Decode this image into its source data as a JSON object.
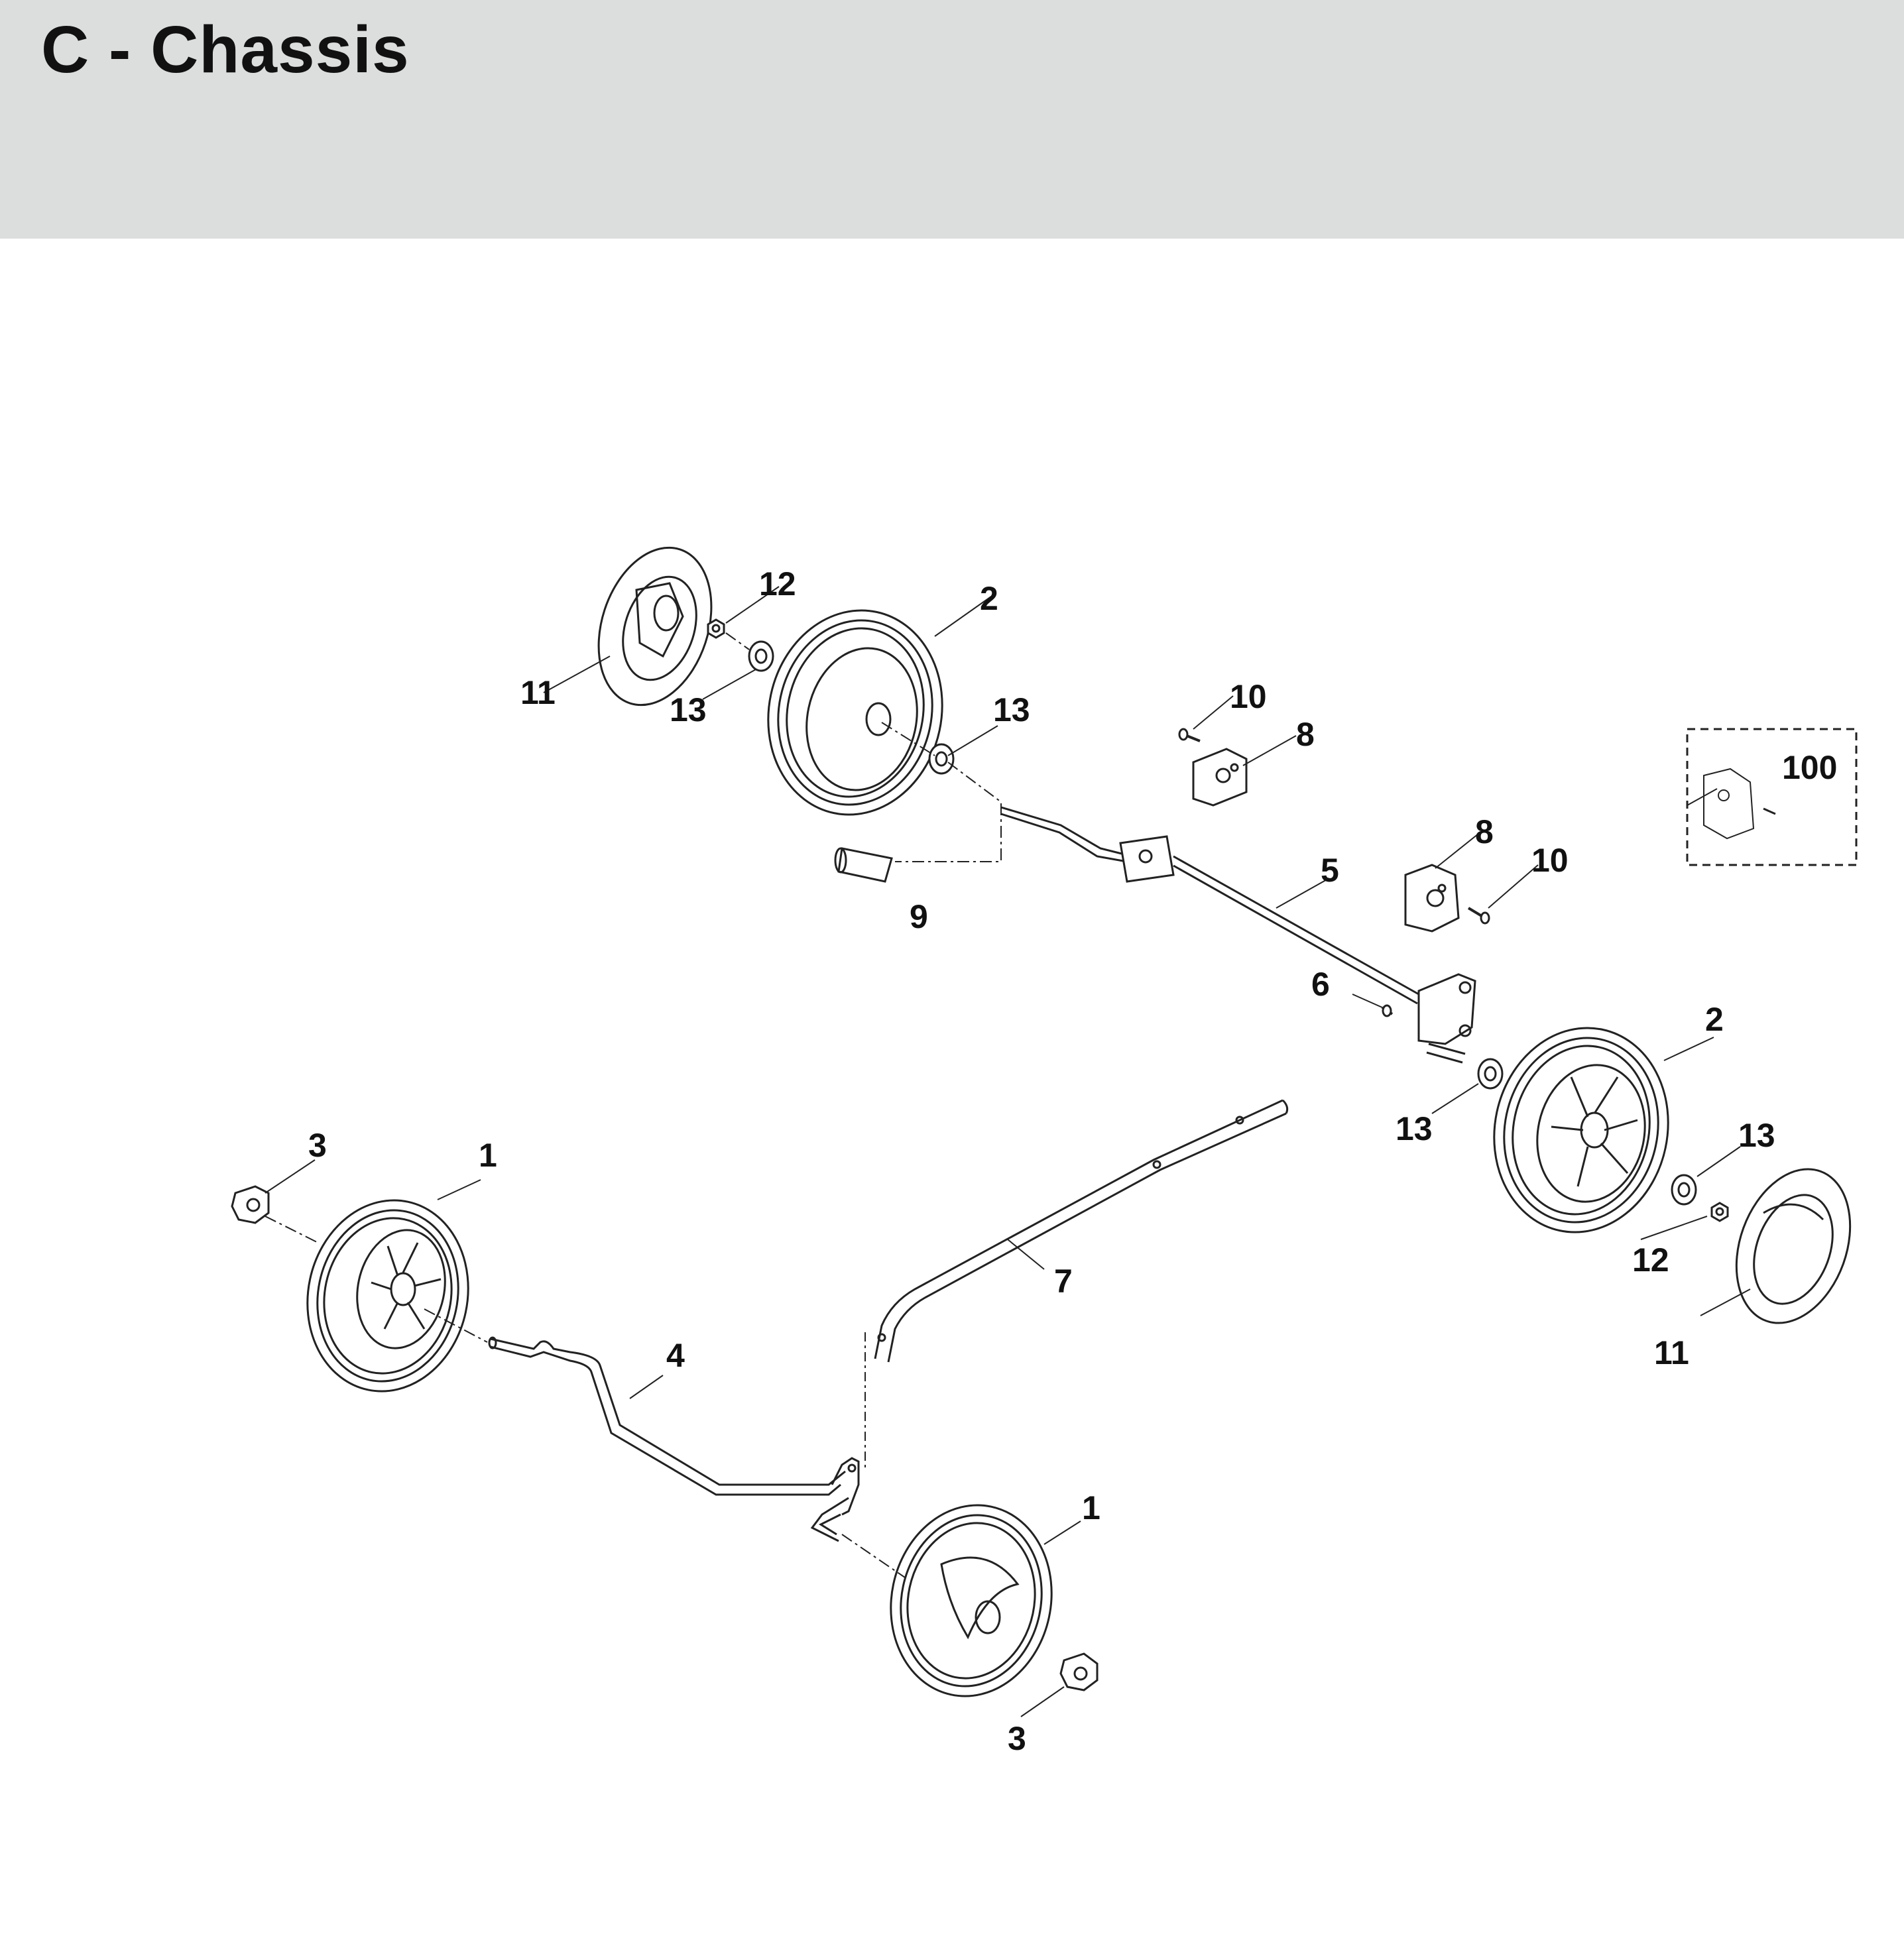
{
  "title": "C - Chassis",
  "callouts": {
    "c1a": "1",
    "c1b": "1",
    "c2a": "2",
    "c2b": "2",
    "c3a": "3",
    "c3b": "3",
    "c4": "4",
    "c5": "5",
    "c6": "6",
    "c7": "7",
    "c8a": "8",
    "c8b": "8",
    "c9": "9",
    "c10a": "10",
    "c10b": "10",
    "c11a": "11",
    "c11b": "11",
    "c12a": "12",
    "c12b": "12",
    "c13a": "13",
    "c13b": "13",
    "c13c": "13",
    "c13d": "13",
    "c100": "100"
  }
}
